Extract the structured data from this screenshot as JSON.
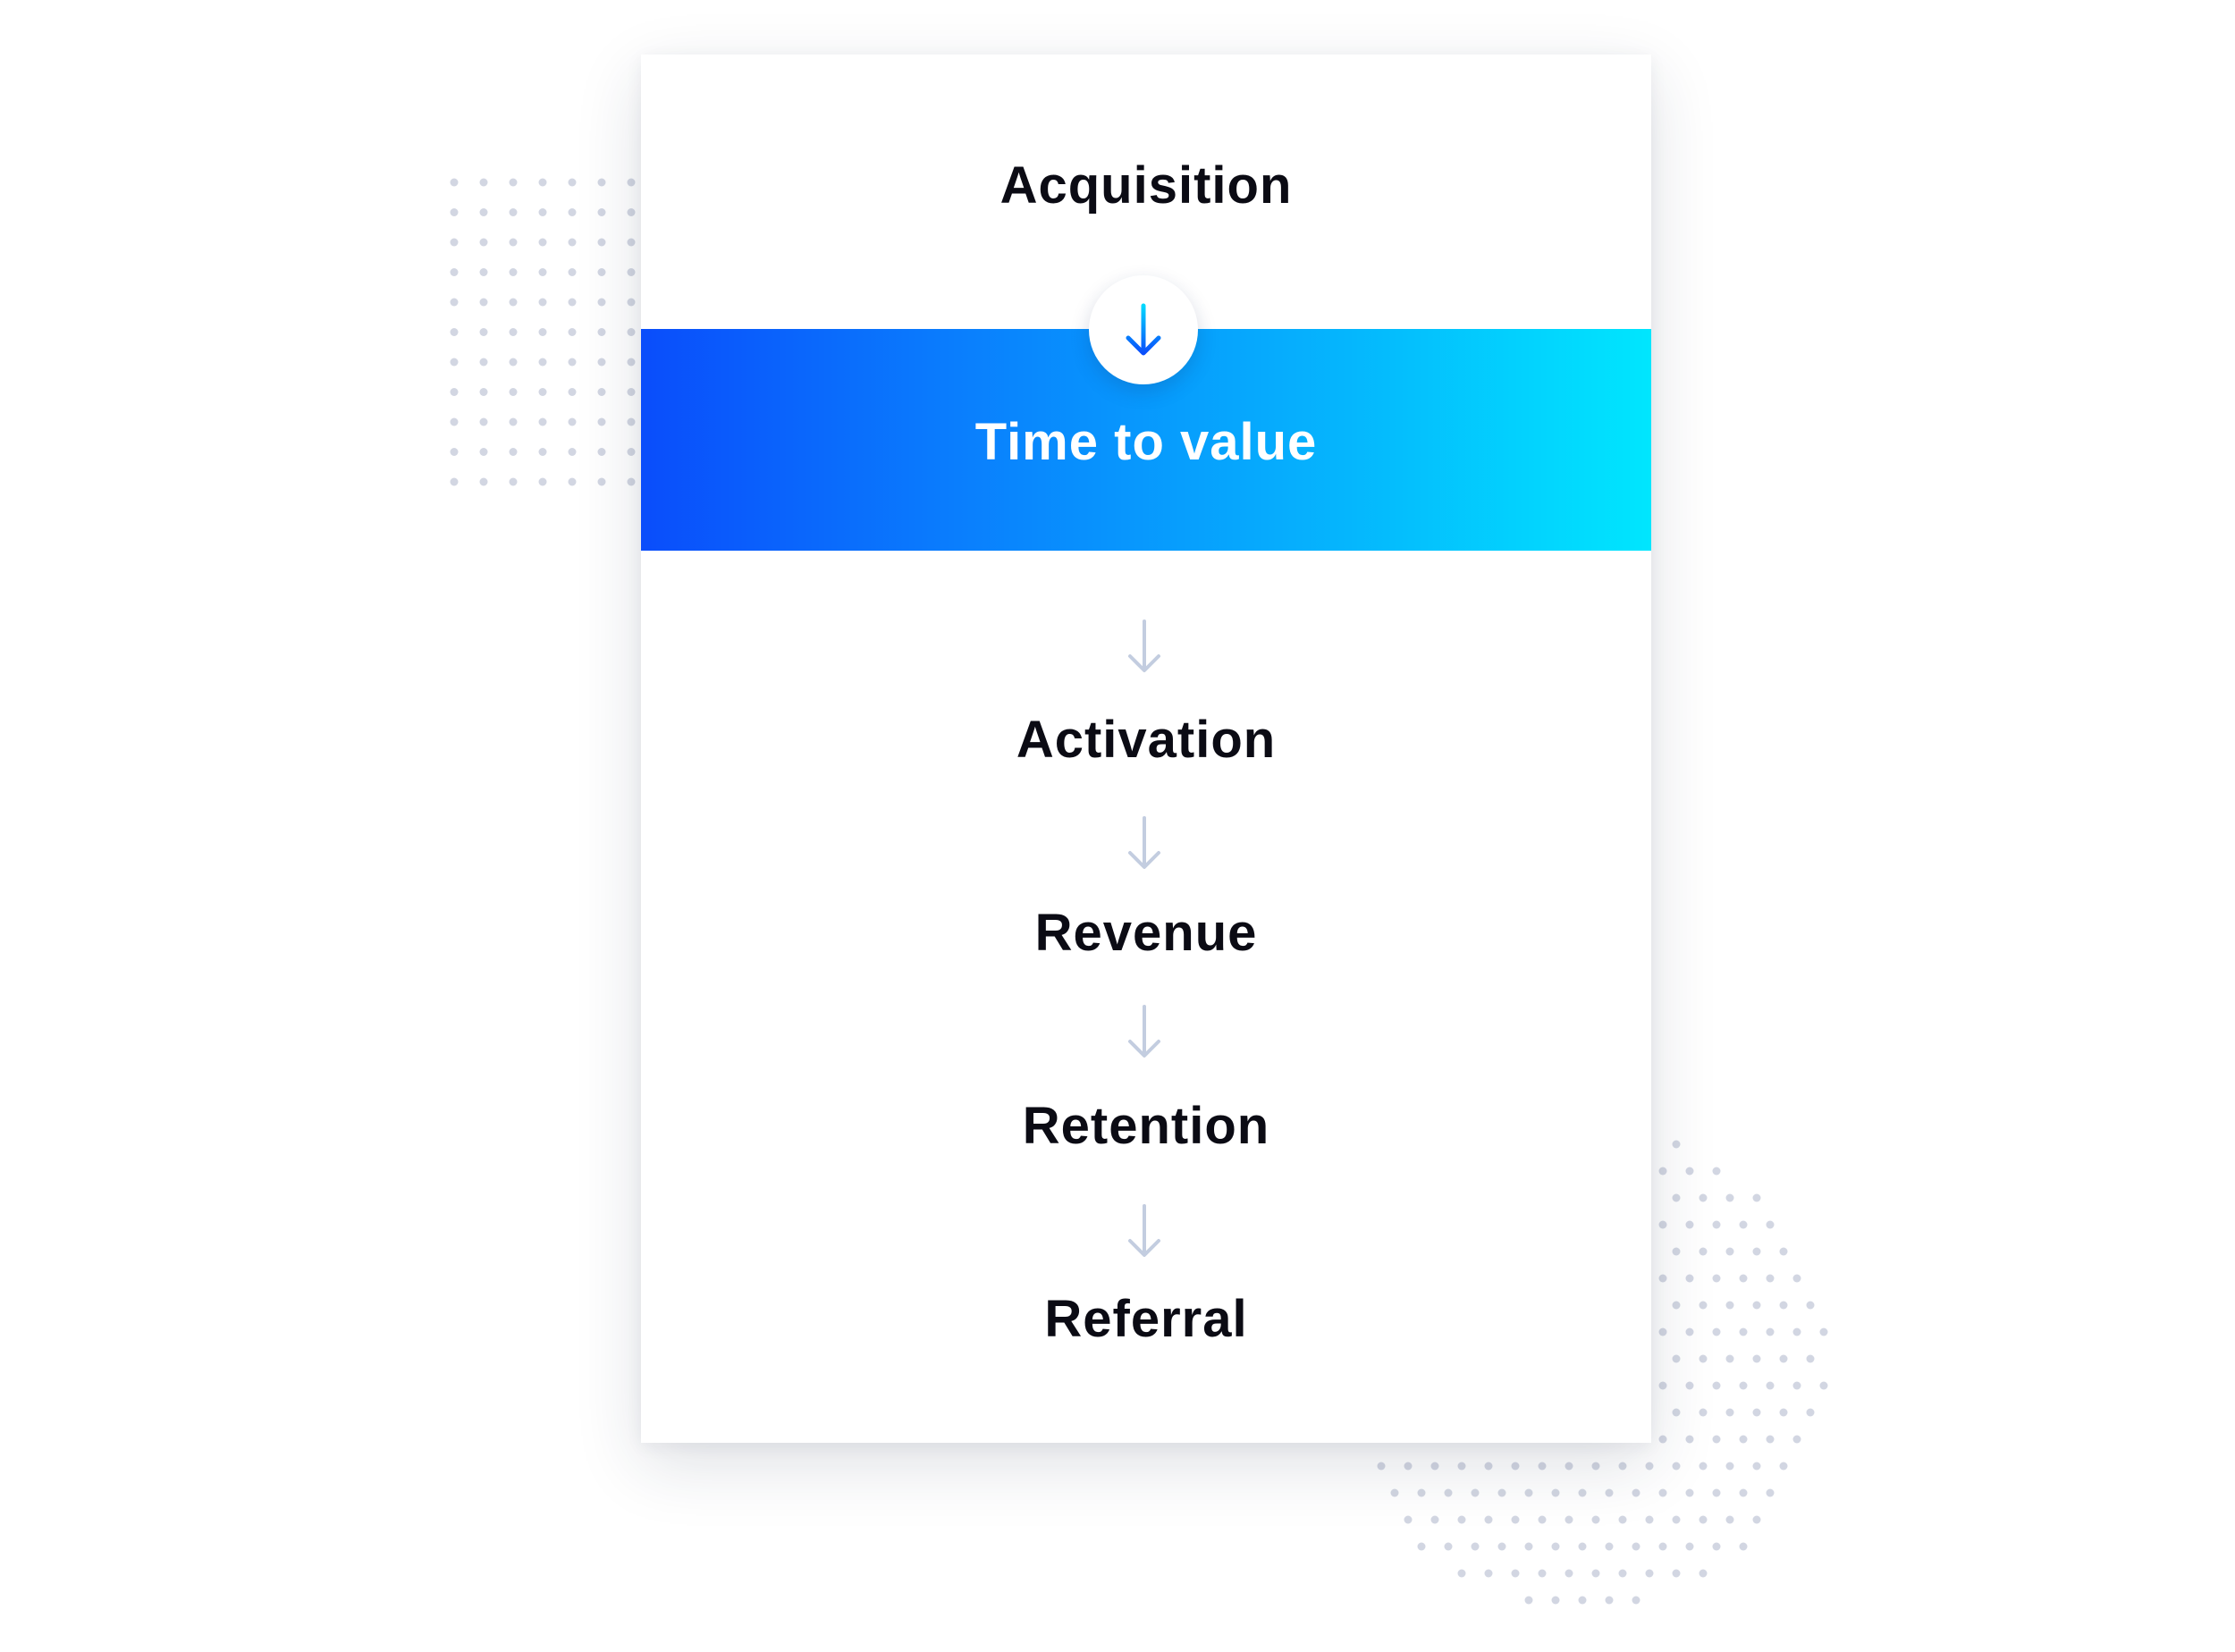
{
  "funnel": {
    "stages": [
      {
        "label": "Acquisition"
      },
      {
        "label": "Time to value",
        "highlighted": true
      },
      {
        "label": "Activation"
      },
      {
        "label": "Revenue"
      },
      {
        "label": "Retention"
      },
      {
        "label": "Referral"
      }
    ]
  },
  "colors": {
    "gradient_start": "#0a4dfb",
    "gradient_end": "#00e6fe",
    "text": "#0b0b14",
    "arrow_muted": "#c3cde0",
    "dots": "#d2d6e2"
  },
  "icons": {
    "highlight_arrow": "arrow-down-icon",
    "step_arrow": "arrow-down-icon"
  }
}
